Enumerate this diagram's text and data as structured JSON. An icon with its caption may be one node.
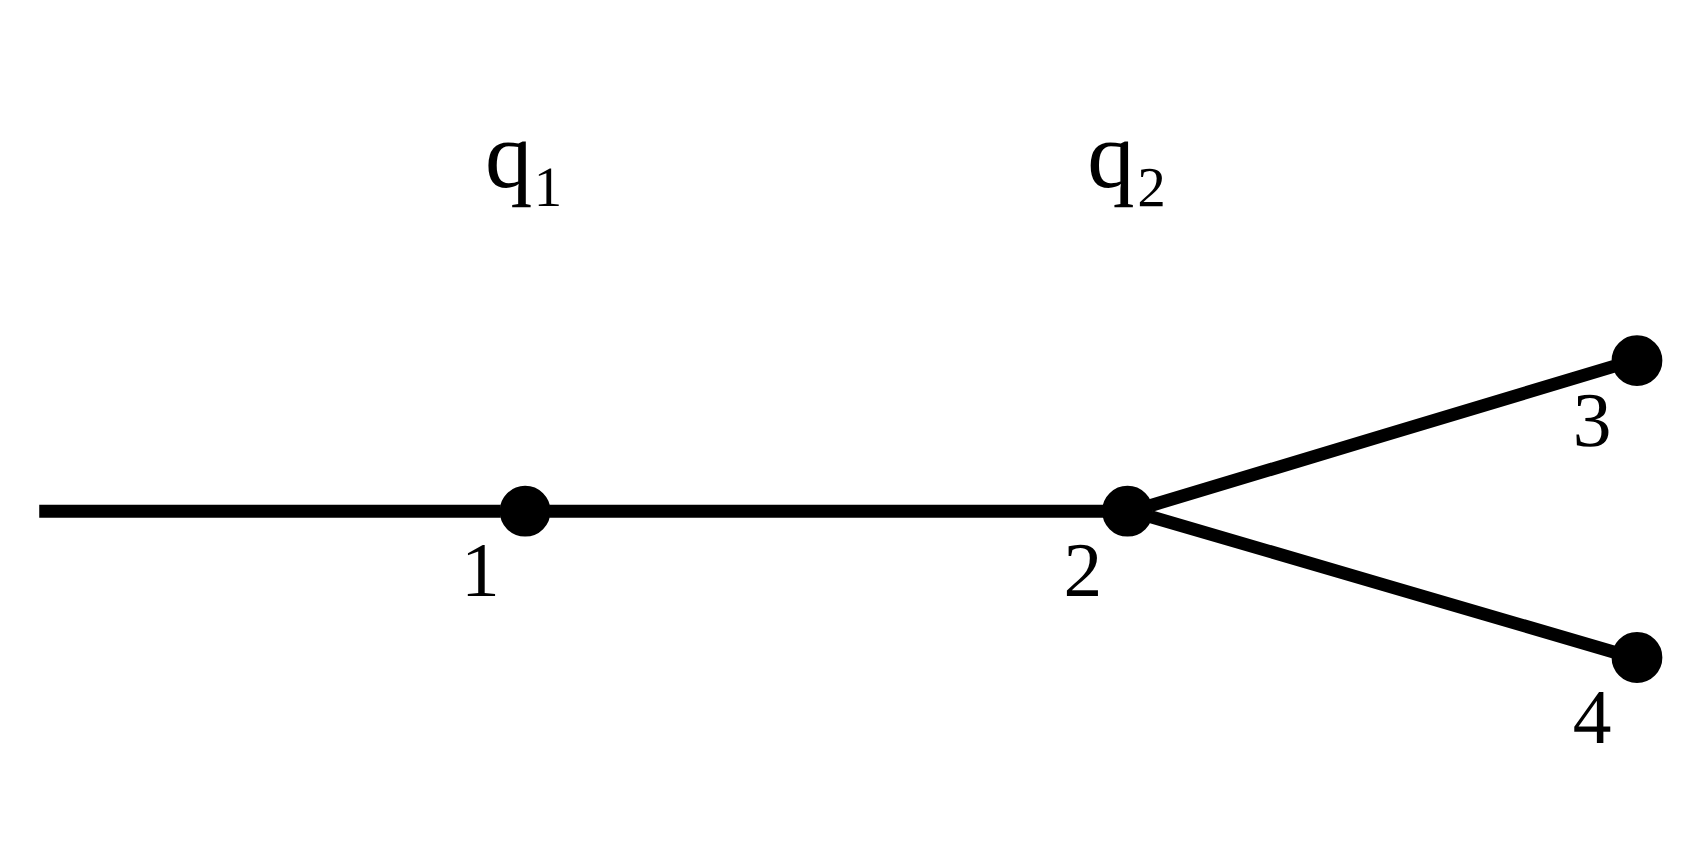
{
  "diagram": {
    "nodes": [
      {
        "text": [],
        "shape": "circle",
        "beside": [
          "1"
        ]
      },
      {
        "text": [],
        "shape": "circle",
        "beside": [
          "2"
        ]
      },
      {
        "text": [],
        "shape": "circle",
        "beside": [
          "3"
        ]
      },
      {
        "text": [],
        "shape": "circle",
        "beside": [
          "4"
        ]
      }
    ],
    "edges": [
      {
        "from": null,
        "to": 0,
        "arrow": "none"
      },
      {
        "from": 0,
        "to": 1,
        "arrow": "none"
      },
      {
        "from": 1,
        "to": 2,
        "arrow": "none"
      },
      {
        "from": 1,
        "to": 3,
        "arrow": "none"
      }
    ],
    "labels": [
      "q₁",
      "q₂"
    ]
  }
}
